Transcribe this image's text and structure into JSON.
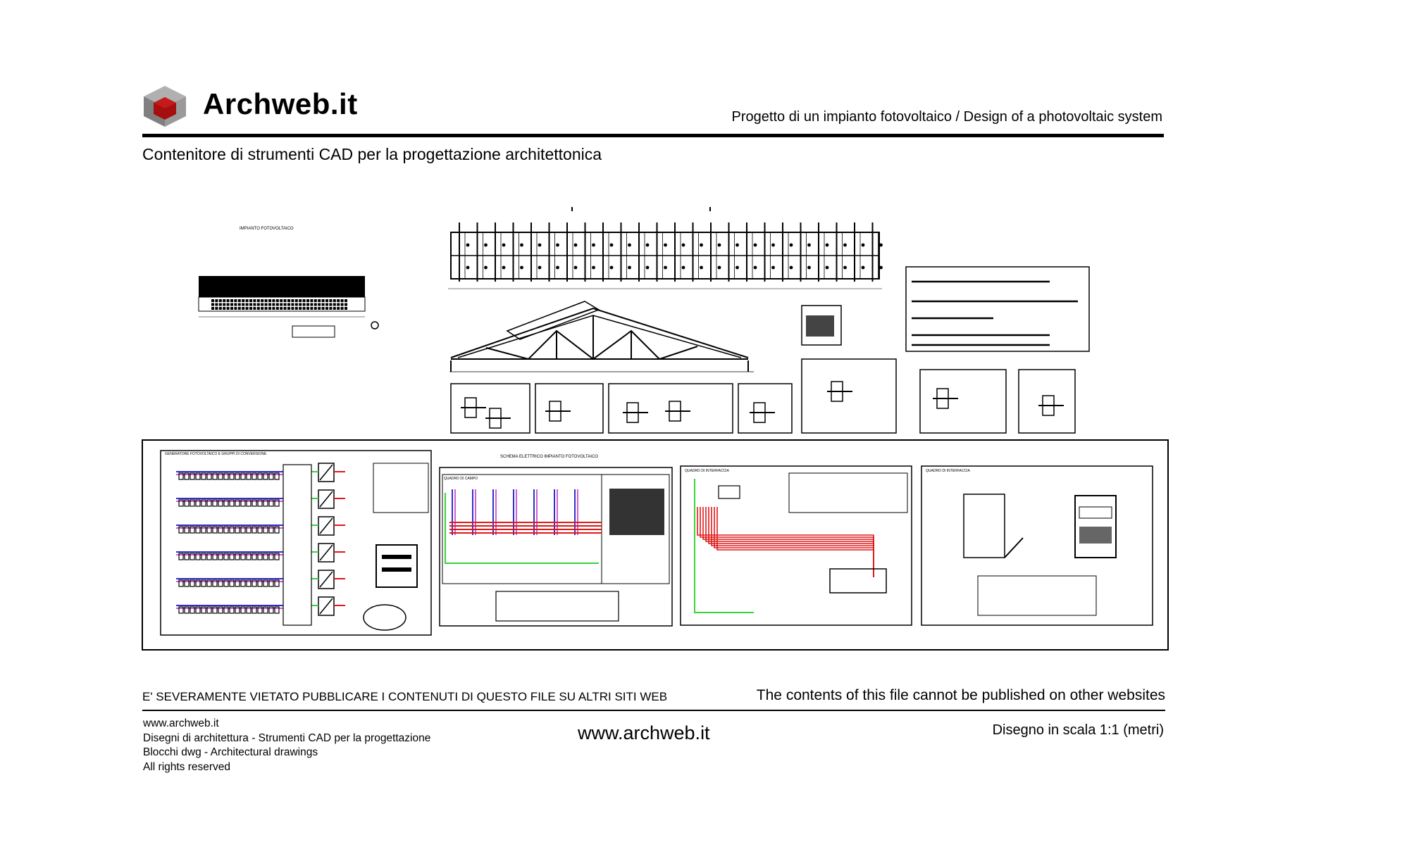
{
  "header": {
    "brand": "Archweb.it",
    "project_title": "Progetto di un impianto fotovoltaico  /  Design of a photovoltaic system",
    "subtitle": "Contenitore di strumenti CAD per la progettazione architettonica"
  },
  "drawing": {
    "sheet_title_plant": "IMPIANTO FOTOVOLTAICO",
    "schema_title": "SCHEMA ELETTRICO IMPIANTO FOTOVOLTAICO",
    "panel_generator": "GENERATORE FOTOVOLTAICO E GRUPPI DI CONVERSIONE",
    "panel_field": "QUADRO DI CAMPO",
    "panel_interface_1": "QUADRO DI INTERFACCIA",
    "panel_interface_2": "QUADRO DI INTERFACCIA"
  },
  "footer": {
    "warning_it": "E' SEVERAMENTE VIETATO PUBBLICARE I CONTENUTI DI QUESTO FILE SU ALTRI SITI WEB",
    "warning_en": "The contents of this file cannot be published on other websites",
    "left_lines": [
      "www.archweb.it",
      "Disegni di architettura - Strumenti CAD  per la progettazione",
      "Blocchi dwg - Architectural drawings",
      "All rights reserved"
    ],
    "center_url": "www.archweb.it",
    "scale": "Disegno in scala 1:1 (metri)"
  },
  "colors": {
    "logo_red": "#a50f0f",
    "logo_gray": "#8a8a8a",
    "wire_red": "#e01818",
    "wire_green": "#39d339",
    "wire_blue": "#3030c8",
    "wire_magenta": "#c02cc0"
  }
}
